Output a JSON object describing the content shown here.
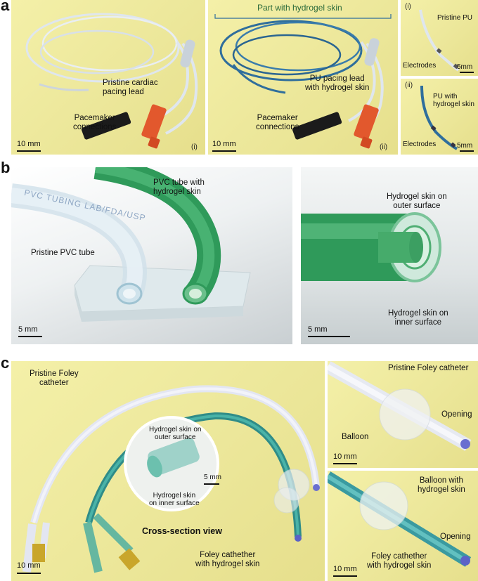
{
  "panel_a": {
    "letter": "a",
    "left": {
      "label_lead": "Pristine cardiac\npacing lead",
      "label_conn": "Pacemaker\nconnections",
      "scale": "10 mm",
      "roman": "(i)"
    },
    "mid": {
      "header": "Part with hydrogel skin",
      "label_lead": "PU pacing lead\nwith hydrogel skin",
      "label_conn": "Pacemaker\nconnections",
      "scale": "10 mm",
      "roman": "(ii)"
    },
    "right_top": {
      "roman": "(i)",
      "label_pu": "Pristine PU",
      "label_elec": "Electrodes",
      "scale": "5mm"
    },
    "right_bot": {
      "roman": "(ii)",
      "label_pu": "PU with\nhydrogel skin",
      "label_elec": "Electrodes",
      "scale": "5mm"
    }
  },
  "panel_b": {
    "letter": "b",
    "left": {
      "label_gel": "PVC tube with\nhydrogel skin",
      "label_pristine": "Pristine PVC tube",
      "tube_text": "PVC TUBING LAB/FDA/USP",
      "scale": "5 mm"
    },
    "right": {
      "label_outer": "Hydrogel skin on\nouter surface",
      "label_inner": "Hydrogel skin on\ninner surface",
      "scale": "5 mm"
    }
  },
  "panel_c": {
    "letter": "c",
    "left": {
      "label_pristine": "Pristine Foley\ncatheter",
      "label_outer": "Hydrogel skin on\nouter surface",
      "label_inner": "Hydrogel skin\non inner surface",
      "inset_scale": "5 mm",
      "cross_title": "Cross-section view",
      "label_gel": "Foley cathether\nwith hydrogel skin",
      "scale": "10 mm"
    },
    "right_top": {
      "label_pristine": "Pristine Foley catheter",
      "label_balloon": "Balloon",
      "label_opening": "Opening",
      "scale": "10 mm"
    },
    "right_bot": {
      "label_balloon": "Balloon with\nhydrogel skin",
      "label_opening": "Opening",
      "label_gel": "Foley cathether\nwith hydrogel skin",
      "scale": "10 mm"
    }
  },
  "colors": {
    "yellow_bg": "#efe99e",
    "lead_white": "#dfe6ee",
    "lead_blue": "#2f6e9c",
    "gel_green": "#2f9a5a",
    "connector_red": "#e2582d",
    "connector_black": "#1b1b1b"
  }
}
